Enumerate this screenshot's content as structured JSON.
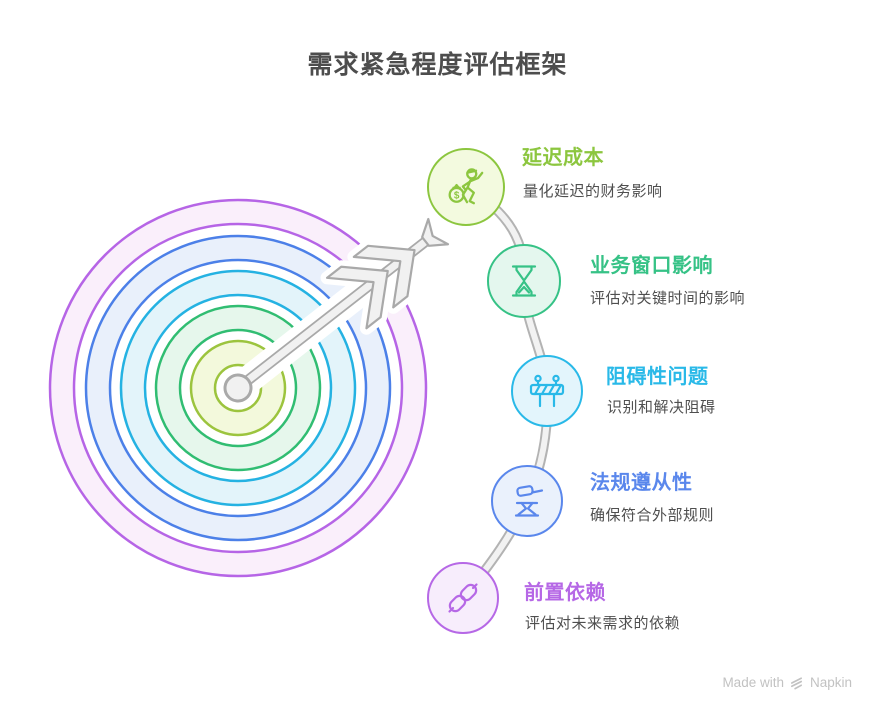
{
  "title": "需求紧急程度评估框架",
  "diagram": {
    "type": "target-with-arrow",
    "description_of_visual": "同心靶环（由外到内：紫、蓝、青、绿、黄绿）被一支灰色箭矢从靶心射向右上方，右侧五个图标节点由灰色曲线串联",
    "ring_colors_outer_to_inner": [
      "#B665E6",
      "#4C80E8",
      "#25B2E2",
      "#31BD72",
      "#9CC43E"
    ]
  },
  "items": [
    {
      "heading": "延迟成本",
      "description": "量化延迟的财务影响",
      "color": "#8CC63F",
      "icon": "money-runner-icon",
      "icon_text": "$"
    },
    {
      "heading": "业务窗口影响",
      "description": "评估对关键时间的影响",
      "color": "#36C286",
      "icon": "hourglass-icon"
    },
    {
      "heading": "阻碍性问题",
      "description": "识别和解决阻碍",
      "color": "#29B9E8",
      "icon": "barrier-icon"
    },
    {
      "heading": "法规遵从性",
      "description": "确保符合外部规则",
      "color": "#5A87EC",
      "icon": "gavel-icon"
    },
    {
      "heading": "前置依赖",
      "description": "评估对未来需求的依赖",
      "color": "#B668E6",
      "icon": "chain-icon"
    }
  ],
  "watermark": {
    "made_with": "Made with",
    "brand": "Napkin"
  }
}
